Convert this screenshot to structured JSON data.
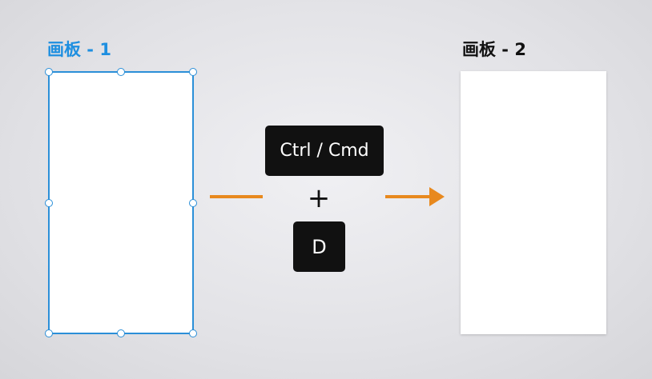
{
  "artboard1": {
    "label": "画板 - 1",
    "selected": true
  },
  "artboard2": {
    "label": "画板 - 2",
    "selected": false
  },
  "shortcut": {
    "modifier": "Ctrl / Cmd",
    "plus": "+",
    "key": "D"
  },
  "colors": {
    "selection_blue": "#2b8fd8",
    "label_blue": "#1e8fe0",
    "arrow_orange": "#e8891e",
    "key_background": "#111111",
    "background": "#e2e2e6"
  },
  "icons": {
    "arrow": "arrow-right-icon",
    "plus": "plus-icon"
  }
}
